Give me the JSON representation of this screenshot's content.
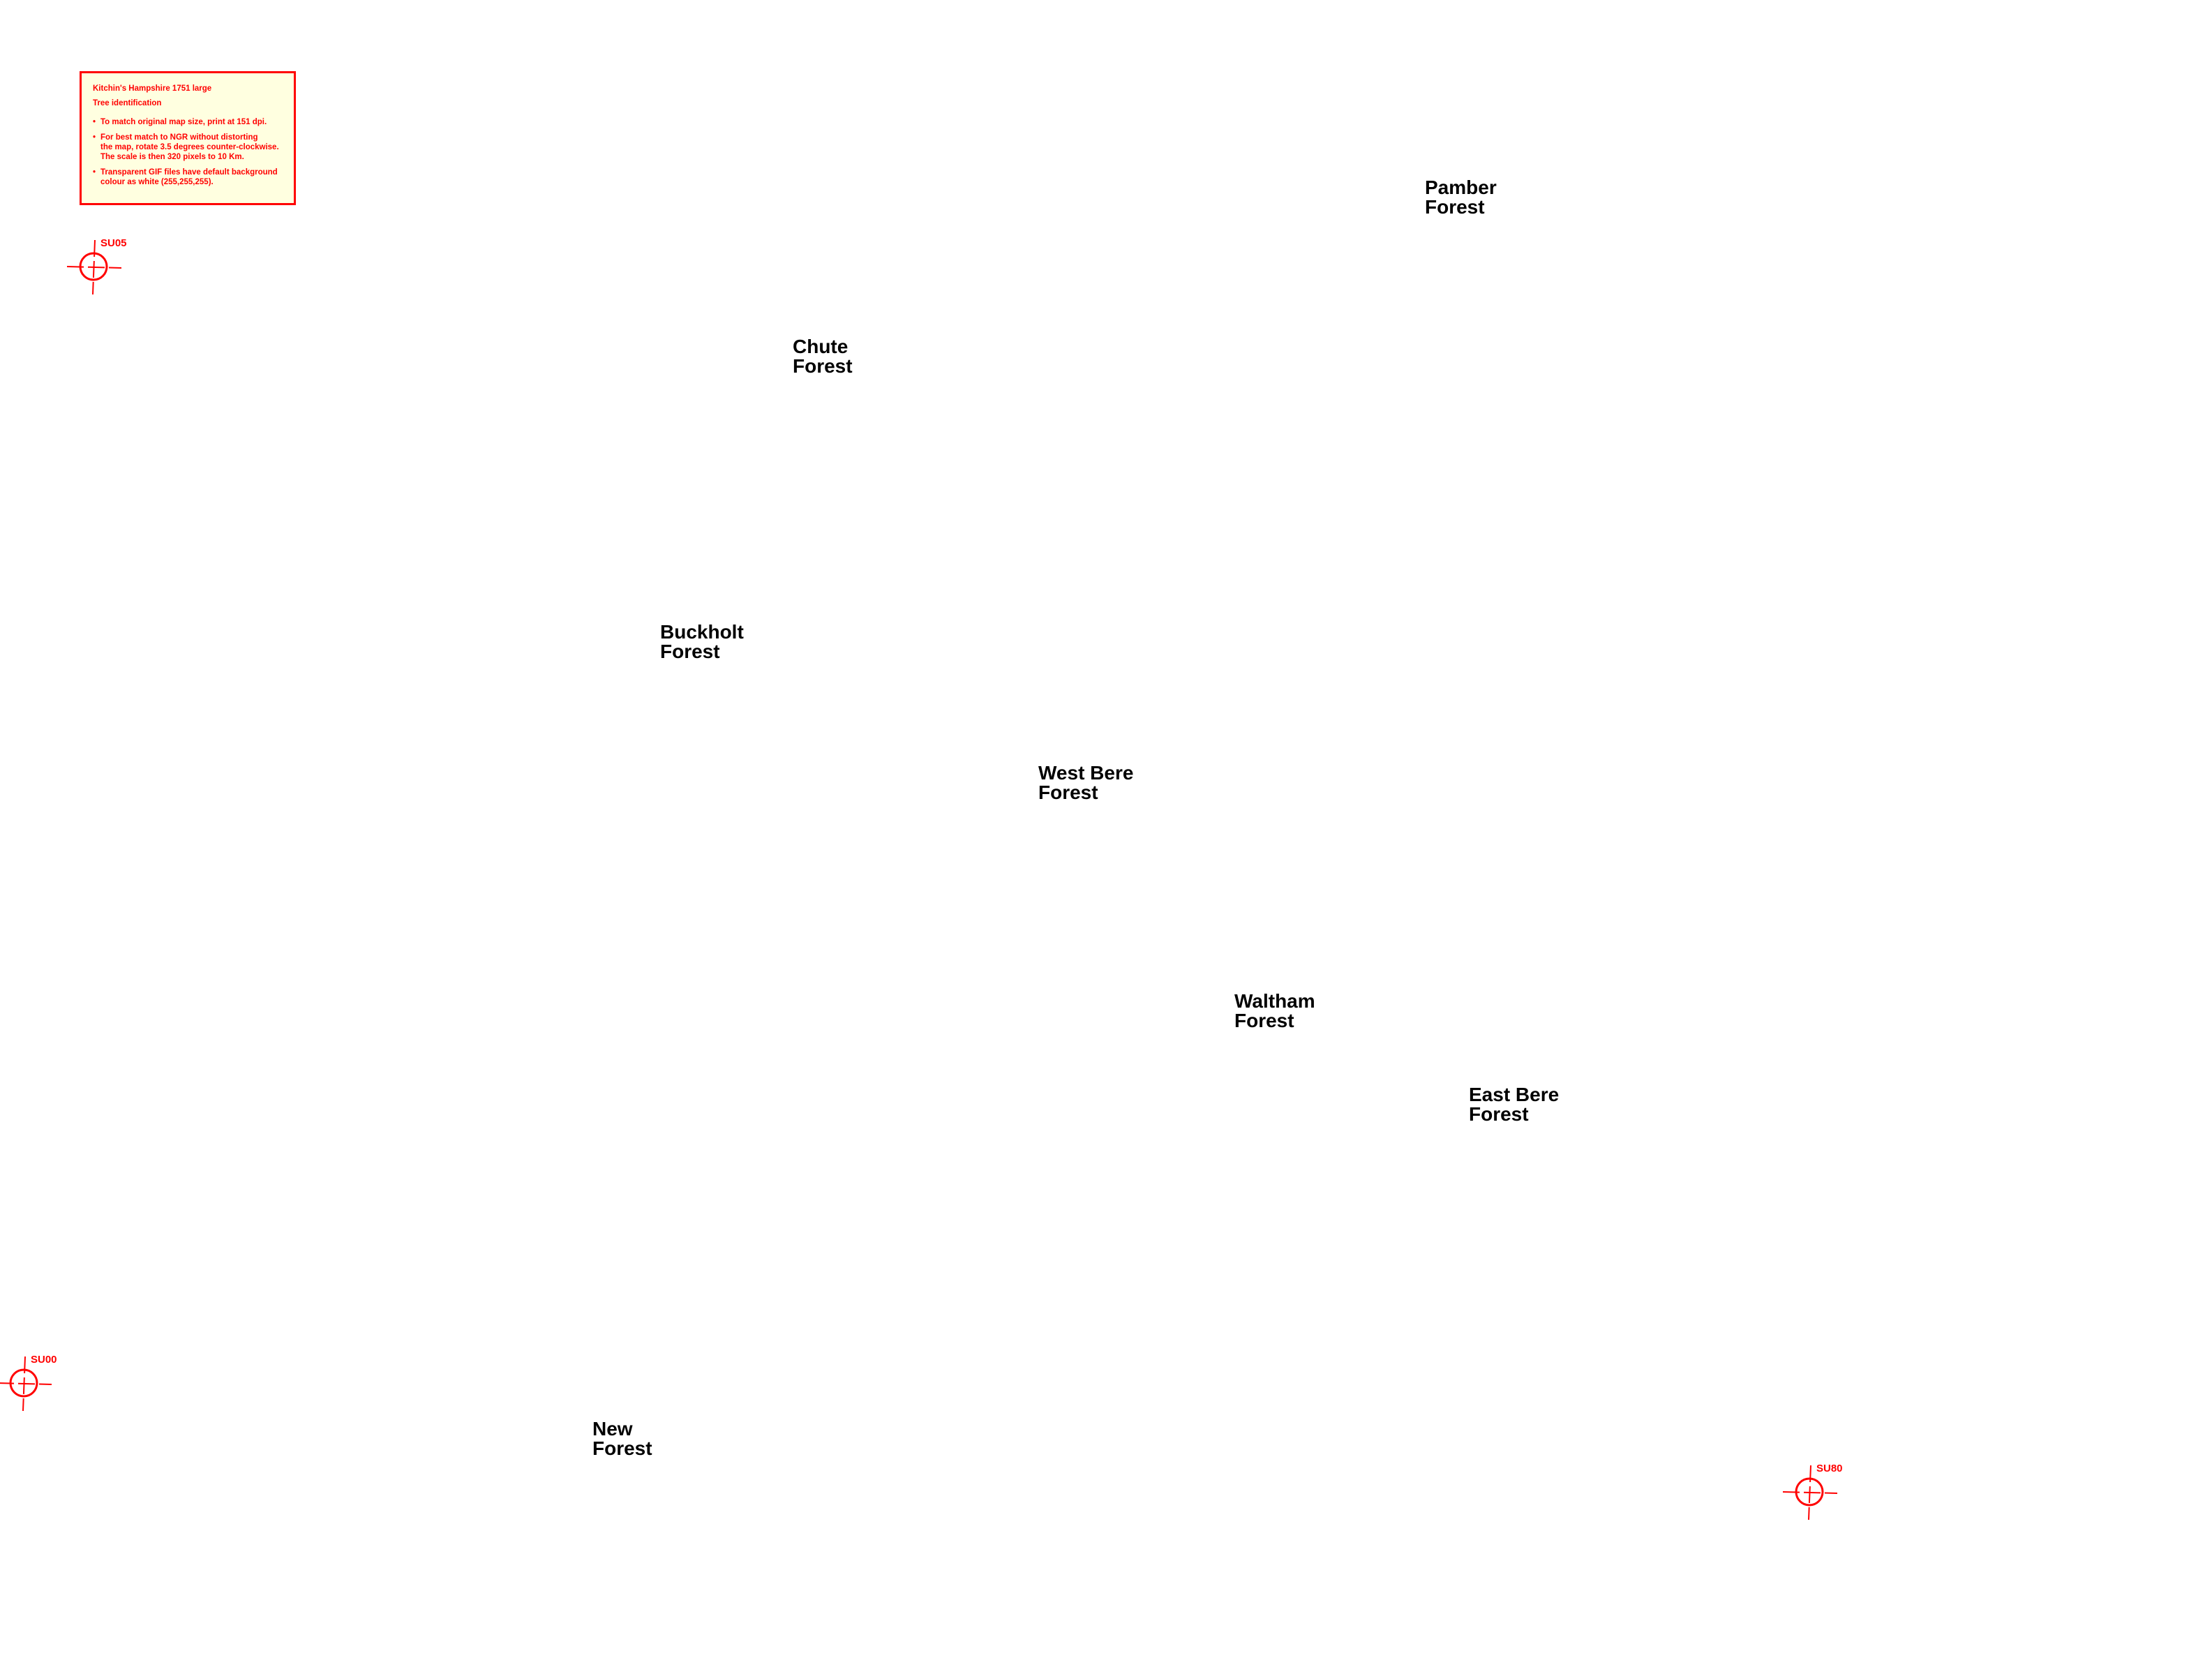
{
  "info_box": {
    "title": "Kitchin's Hampshire 1751 large",
    "subtitle": "Tree identification",
    "notes": [
      {
        "lines": [
          "To match original map size, print at 151 dpi."
        ]
      },
      {
        "lines": [
          "For best match to NGR without distorting",
          "the map, rotate 3.5 degrees counter-clockwise.",
          "The scale is then 320 pixels to 10 Km."
        ]
      },
      {
        "lines": [
          "Transparent GIF files have default background",
          "colour as white (255,255,255)."
        ]
      }
    ]
  },
  "grid_markers": [
    {
      "label": "SU05"
    },
    {
      "label": "SU00"
    },
    {
      "label": "SU80"
    }
  ],
  "forests": [
    {
      "line1": "Pamber",
      "line2": "Forest"
    },
    {
      "line1": "Chute",
      "line2": "Forest"
    },
    {
      "line1": "Buckholt",
      "line2": "Forest"
    },
    {
      "line1": "West Bere",
      "line2": "Forest"
    },
    {
      "line1": "Waltham",
      "line2": "Forest"
    },
    {
      "line1": "East Bere",
      "line2": "Forest"
    },
    {
      "line1": "New",
      "line2": "Forest"
    }
  ],
  "colors": {
    "annotation": "#ff0000",
    "box_bg": "#ffffe0",
    "label": "#000000"
  }
}
